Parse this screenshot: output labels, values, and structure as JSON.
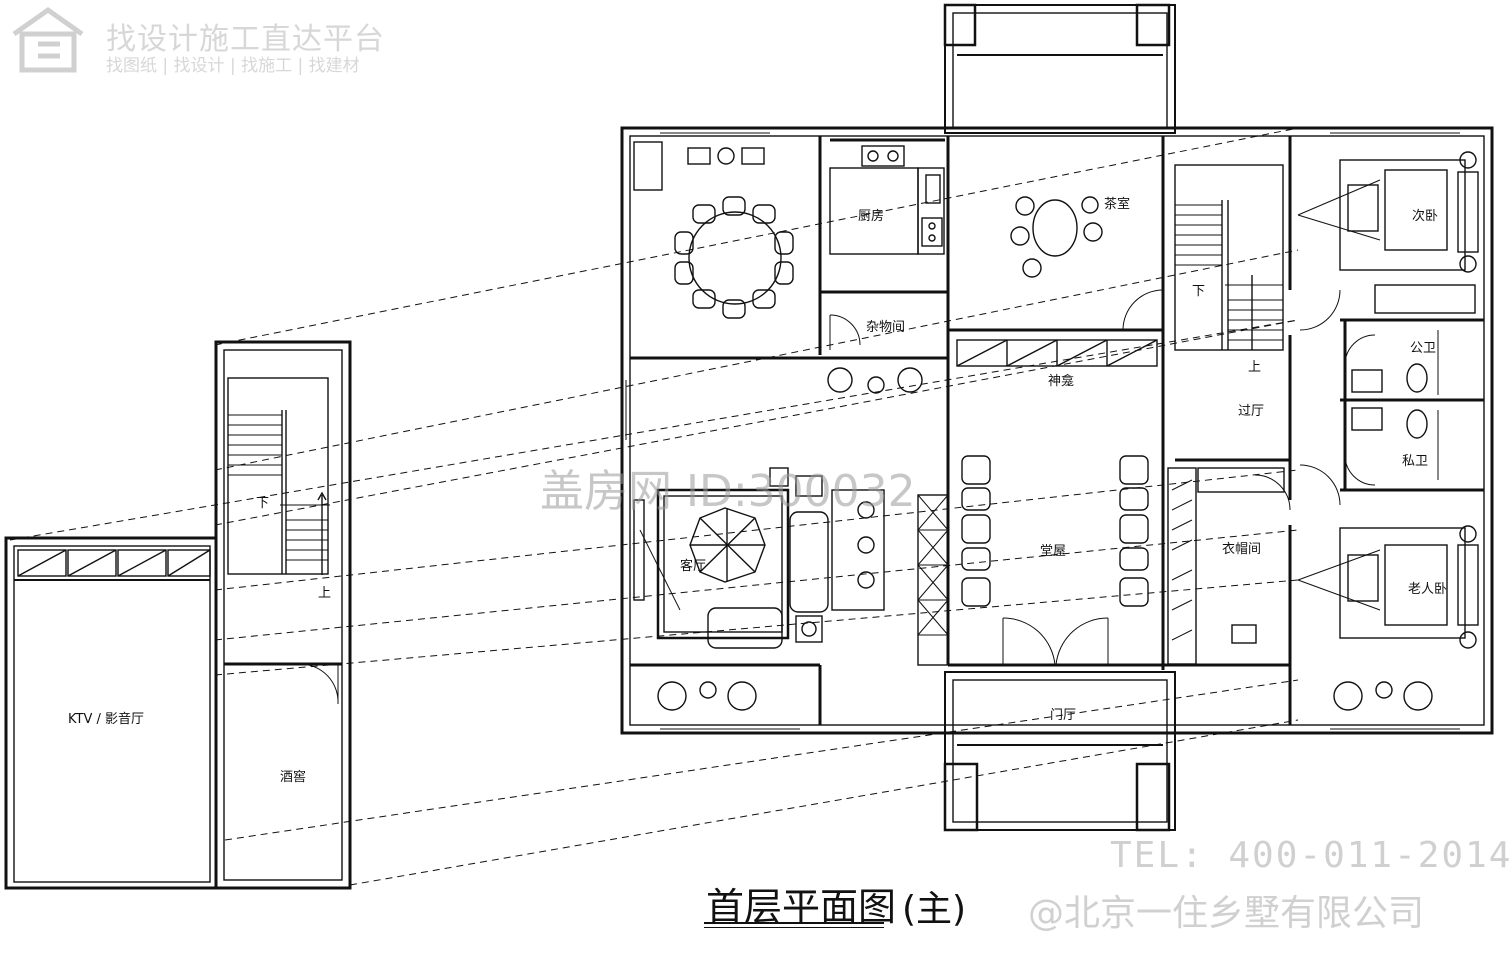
{
  "brand": {
    "title": "找设计施工直达平台",
    "subtitle": "找图纸 | 找设计 | 找施工 | 找建材",
    "icon": "house-logo-icon"
  },
  "watermark": {
    "center": "盖房网 ID:300032",
    "tel": "TEL: 400-011-2014",
    "company": "@北京一住乡墅有限公司"
  },
  "caption": {
    "title": "首层平面图",
    "subtitle": "(主)"
  },
  "rooms": {
    "ktv": "KTV / 影音厅",
    "wine_cellar": "酒窖",
    "kitchen": "厨房",
    "storage": "杂物间",
    "tea_room": "茶室",
    "shrine": "神龛",
    "living_room": "客厅",
    "main_hall": "堂屋",
    "entrance_hall": "门厅",
    "corridor_hall": "过厅",
    "cloakroom": "衣帽间",
    "second_bedroom": "次卧",
    "elder_bedroom": "老人卧",
    "public_bath": "公卫",
    "private_bath": "私卫"
  },
  "stairs": {
    "down": "下",
    "up": "上"
  }
}
